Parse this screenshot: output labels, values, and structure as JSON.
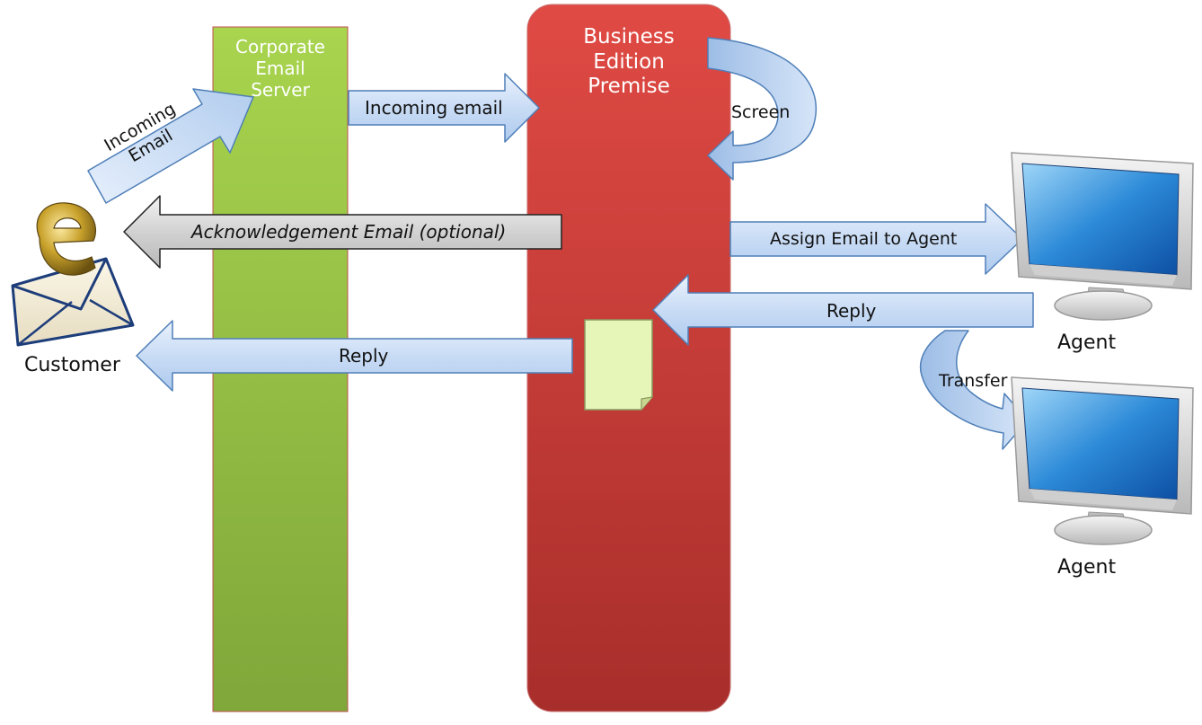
{
  "columns": {
    "corporate_email_server": {
      "line1": "Corporate",
      "line2": "Email",
      "line3": "Server"
    },
    "business_edition_premise": {
      "line1": "Business",
      "line2": "Edition",
      "line3": "Premise"
    }
  },
  "arrows": {
    "incoming_email_customer": {
      "line1": "Incoming",
      "line2": "Email"
    },
    "incoming_email_server": "Incoming email",
    "screen": "Screen",
    "acknowledgement": "Acknowledgement Email (optional)",
    "assign_email": "Assign Email to Agent",
    "reply_agent": "Reply",
    "reply_customer": "Reply",
    "transfer": "Transfer"
  },
  "actors": {
    "customer": "Customer",
    "agent_1": "Agent",
    "agent_2": "Agent"
  },
  "colors": {
    "corporate_column": "#8fb83a",
    "business_column": "#c83a36",
    "arrow_fill": "#c9dcf5",
    "arrow_stroke": "#4f7fb8",
    "ack_arrow_fill": "#d4d4d4",
    "document_fill": "#e6f5b8"
  }
}
